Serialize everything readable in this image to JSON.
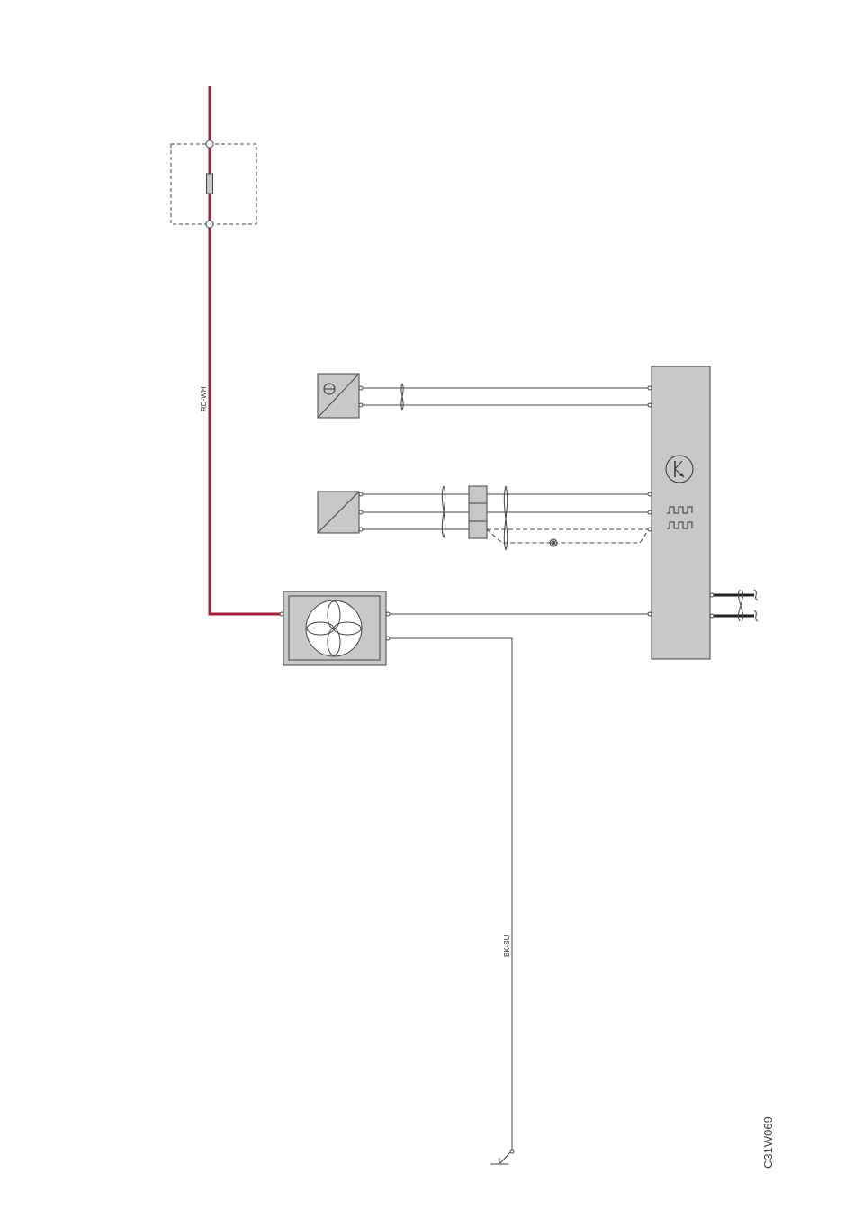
{
  "wires": {
    "supply_label": "RD-WH",
    "ground_label": "BK-BU"
  },
  "reference_code": "C31W069",
  "colors": {
    "supply_wire": "#a0203a",
    "component_fill": "#c8c8c8",
    "line": "#333333"
  },
  "icons": {
    "fuse": "fuse-icon",
    "fan_motor": "fan-motor-icon",
    "temperature_sensor": "temperature-sensor-icon",
    "transistor": "transistor-icon",
    "pwm_signal": "pwm-signal-icon",
    "ground": "ground-symbol-icon"
  }
}
